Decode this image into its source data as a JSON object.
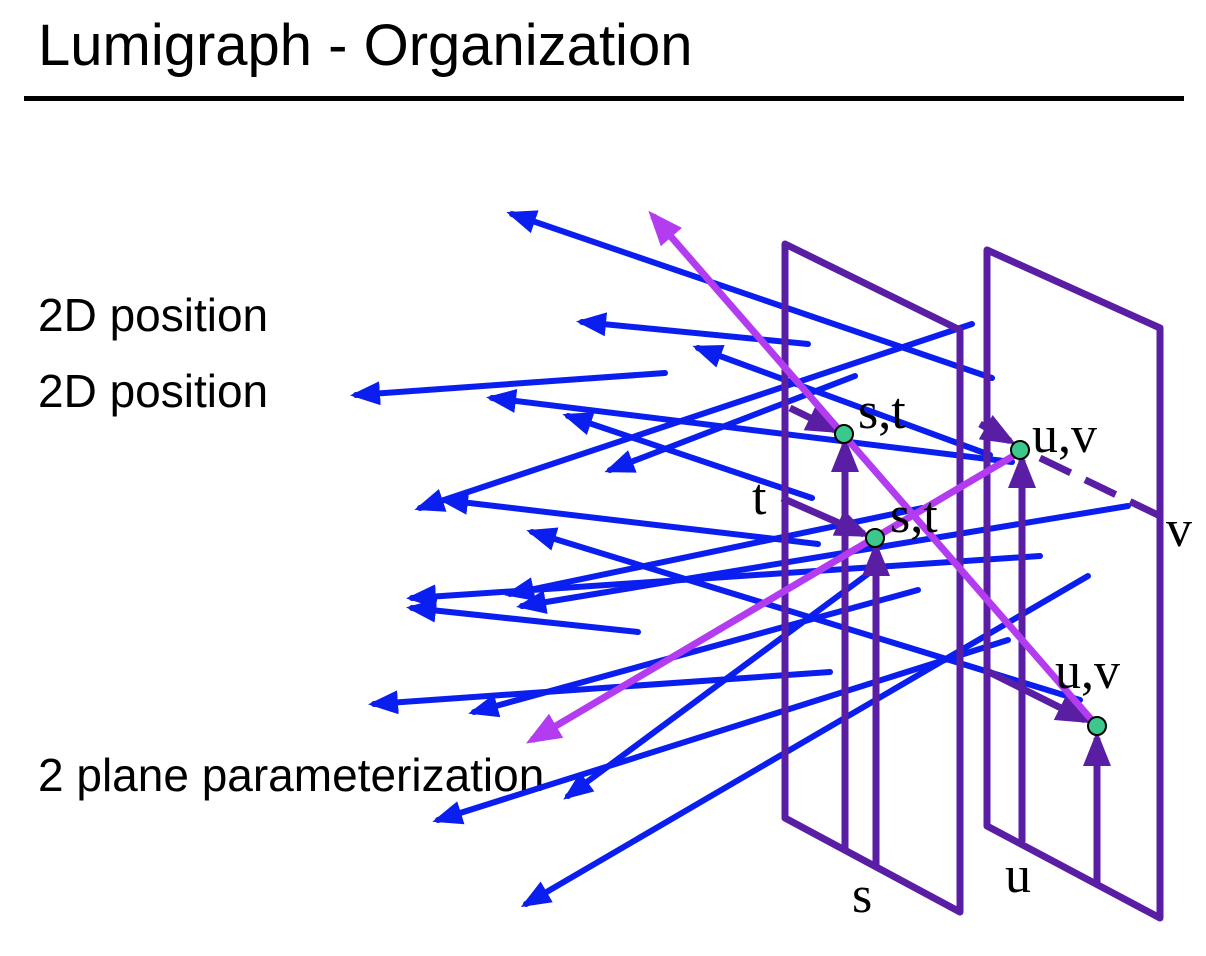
{
  "title": "Lumigraph - Organization",
  "labels": {
    "position_1": "2D position",
    "position_2": "2D position",
    "parameterization": "2 plane parameterization"
  },
  "diagram": {
    "ray_color": "#0a1ef0",
    "sample_ray_color": "#b43cf0",
    "plane_color": "#5a1ea5",
    "point_color": "#3cc88c",
    "plane_st_labels": {
      "point_upper": "s,t",
      "point_lower": "s,t",
      "axis_s": "s",
      "axis_t": "t"
    },
    "plane_uv_labels": {
      "point_upper": "u,v",
      "point_lower": "u,v",
      "axis_u": "u",
      "axis_v": "v"
    }
  }
}
